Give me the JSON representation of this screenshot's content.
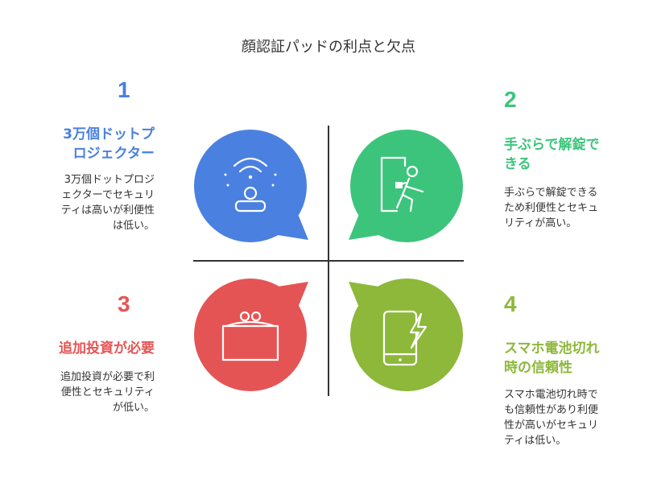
{
  "title": "顔認証パッドの利点と欠点",
  "colors": {
    "blue": "#4A80E0",
    "green": "#3CC47C",
    "red": "#E55454",
    "olive": "#8DB83A",
    "axis": "#333333"
  },
  "items": [
    {
      "number": "1",
      "heading": "3万個ドットプロジェクター",
      "heading_lines": [
        "3万個ドットプ",
        "ロジェクター"
      ],
      "description_lines": [
        "3万個ドットプロジ",
        "ェクターでセキュリ",
        "ティは高いが利便性",
        "は低い。"
      ],
      "icon": "face-scan-icon"
    },
    {
      "number": "2",
      "heading": "手ぶらで解錠できる",
      "heading_lines": [
        "手ぶらで解錠で",
        "きる"
      ],
      "description_lines": [
        "手ぶらで解錠できる",
        "ため利便性とセキュ",
        "リティが高い。"
      ],
      "icon": "walk-through-door-icon"
    },
    {
      "number": "3",
      "heading": "追加投資が必要",
      "heading_lines": [
        "追加投資が必要"
      ],
      "description_lines": [
        "追加投資が必要で利",
        "便性とセキュリティ",
        "が低い。"
      ],
      "icon": "wallet-icon"
    },
    {
      "number": "4",
      "heading": "スマホ電池切れ時の信頼性",
      "heading_lines": [
        "スマホ電池切れ",
        "時の信頼性"
      ],
      "description_lines": [
        "スマホ電池切れ時で",
        "も信頼性があり利便",
        "性が高いがセキュリ",
        "ティは低い。"
      ],
      "icon": "phone-battery-icon"
    }
  ]
}
